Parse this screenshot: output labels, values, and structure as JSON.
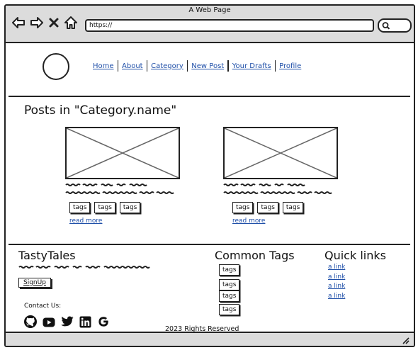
{
  "window": {
    "title": "A Web Page"
  },
  "browser": {
    "url": "https://"
  },
  "nav": {
    "items": [
      {
        "label": "Home"
      },
      {
        "label": "About"
      },
      {
        "label": "Category"
      },
      {
        "label": "New Post"
      },
      {
        "label": "Your Drafts"
      },
      {
        "label": "Profile"
      }
    ]
  },
  "main": {
    "heading": "Posts in \"Category.name\"",
    "posts": [
      {
        "tags": [
          "tags",
          "tags",
          "tags"
        ],
        "read_more": "read more"
      },
      {
        "tags": [
          "tags",
          "tags",
          "tags"
        ],
        "read_more": "read more"
      }
    ]
  },
  "footer": {
    "brand": "TastyTales",
    "signup_label": "SignUp",
    "contact_label": "Contact Us:",
    "social_icons": [
      "github-icon",
      "youtube-icon",
      "twitter-icon",
      "linkedin-icon",
      "google-icon"
    ],
    "common_tags_title": "Common Tags",
    "common_tags": [
      "tags",
      "tags",
      "tags",
      "tags"
    ],
    "quick_links_title": "Quick links",
    "quick_links": [
      "a link",
      "a link",
      "a link",
      "a link"
    ],
    "copyright": "2023 Rights Reserved"
  },
  "colors": {
    "link": "#1f4fa8",
    "chrome": "#dcdcdc",
    "ink": "#222222"
  }
}
